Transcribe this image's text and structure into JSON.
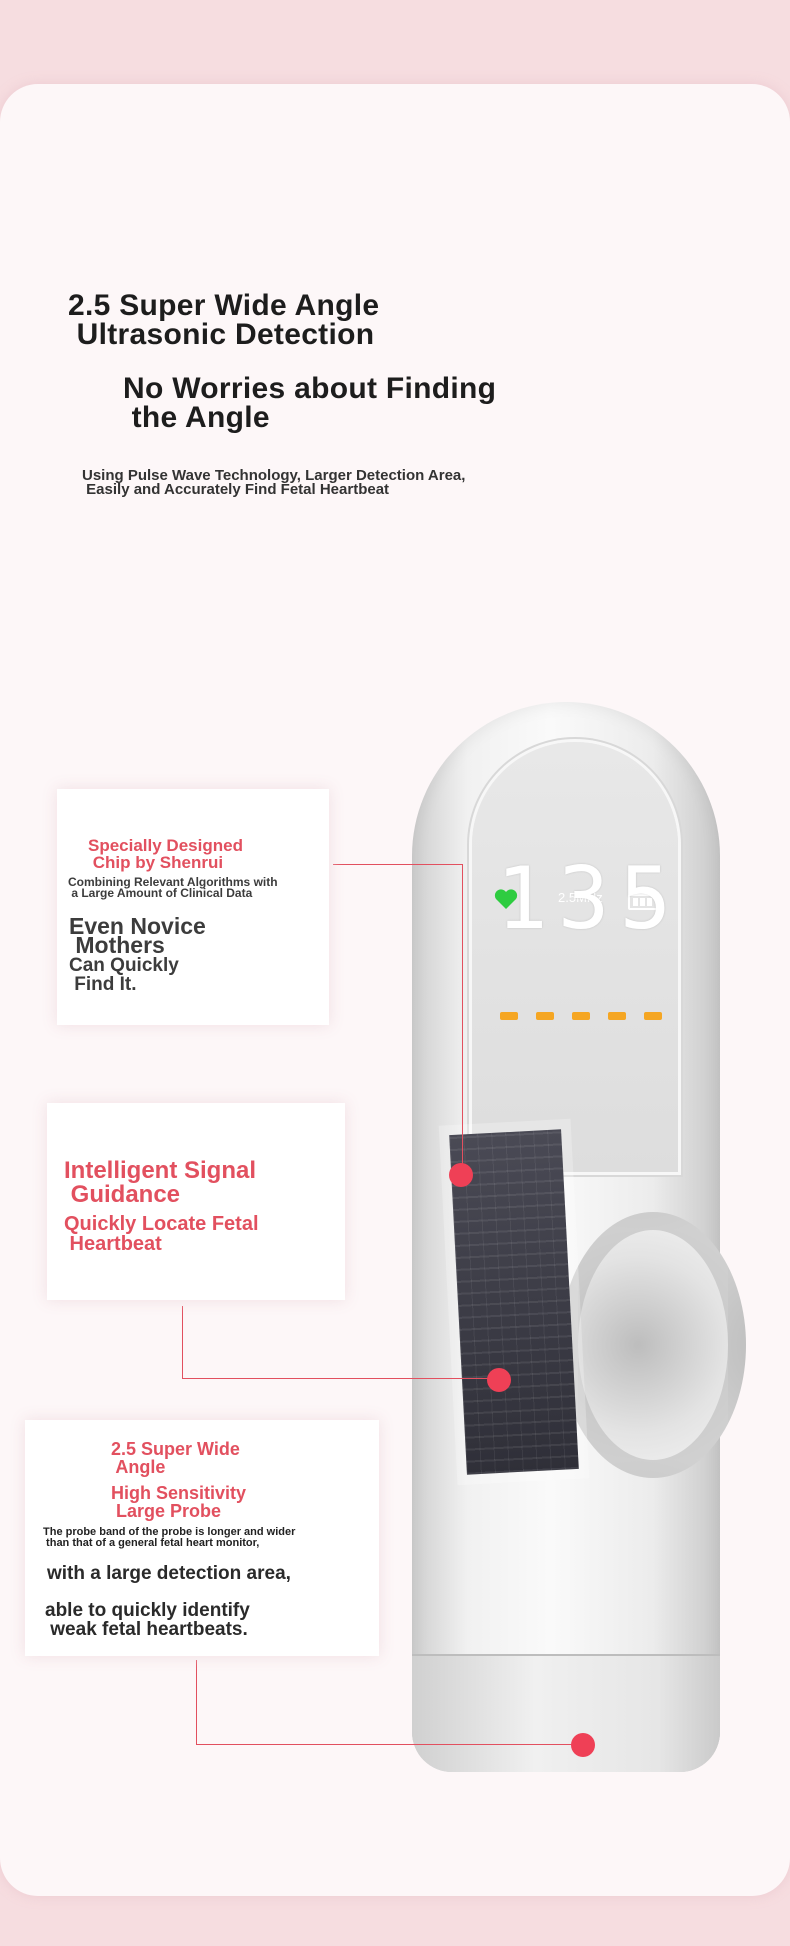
{
  "header": {
    "title_line1": "2.5 Super Wide Angle",
    "title_line2": " Ultrasonic Detection",
    "subtitle_line1": "No Worries about Finding",
    "subtitle_line2": " the Angle",
    "desc_line1": "Using Pulse Wave Technology, Larger Detection Area,",
    "desc_line2": " Easily and Accurately Find Fetal Heartbeat"
  },
  "feature1": {
    "title_line1": "Specially Designed",
    "title_line2": " Chip by Shenrui",
    "detail_line1": "Combining Relevant Algorithms with",
    "detail_line2": " a Large Amount of Clinical Data",
    "big_line1": "Even Novice",
    "big_line2": " Mothers",
    "big_line3": "Can Quickly",
    "big_line4": " Find It."
  },
  "feature2": {
    "title_line1": "Intelligent Signal",
    "title_line2": " Guidance",
    "sub_line1": "Quickly Locate Fetal",
    "sub_line2": " Heartbeat"
  },
  "feature3": {
    "title_line1": "2.5 Super Wide",
    "title_line2": " Angle",
    "title_line3": "High Sensitivity",
    "title_line4": " Large Probe",
    "small_line1": "The probe band of the probe is longer and wider",
    "small_line2": " than that of a general fetal heart monitor,",
    "big_line1": "with a large detection area,",
    "big_line2": "able to quickly identify",
    "big_line3": " weak fetal heartbeats."
  },
  "device": {
    "heart_rate": "135",
    "frequency": "2.5MHz",
    "icons": [
      "heart-icon",
      "battery-icon"
    ],
    "accent_color": "#e2505f",
    "heart_color": "#2ecc40",
    "bar_color": "#f5a623"
  }
}
